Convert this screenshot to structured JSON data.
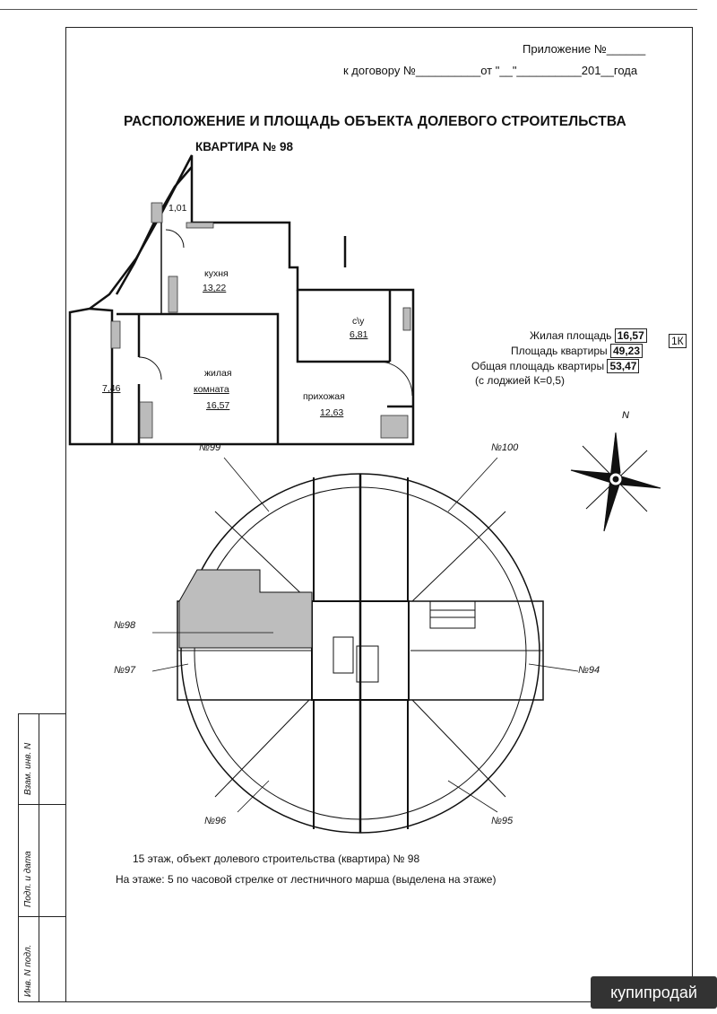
{
  "header": {
    "appendix": "Приложение №______",
    "contract": "к договору №__________от \"__\"__________201__года"
  },
  "title": "РАСПОЛОЖЕНИЕ И ПЛОЩАДЬ ОБЪЕКТА ДОЛЕВОГО СТРОИТЕЛЬСТВА",
  "apartment_title": "КВАРТИРА № 98",
  "rooms": {
    "balcony_small": "1,01",
    "kitchen_name": "кухня",
    "kitchen_area": "13,22",
    "bath_name": "с\\у",
    "bath_area": "6,81",
    "loggia_area": "7,46",
    "living_name_1": "жилая",
    "living_name_2": "комната",
    "living_area": "16,57",
    "hall_name": "прихожая",
    "hall_area": "12,63"
  },
  "areas": {
    "living_label": "Жилая площадь",
    "living_value": "16,57",
    "type_badge": "1К",
    "apartment_label": "Площадь квартиры",
    "apartment_value": "49,23",
    "total_label": "Общая площадь квартиры",
    "total_value": "53,47",
    "note": "(с лоджией К=0,5)"
  },
  "compass": {
    "north": "N"
  },
  "floor_labels": {
    "a99": "№99",
    "a100": "№100",
    "a98": "№98",
    "a97": "№97",
    "a94": "№94",
    "a96": "№96",
    "a95": "№95"
  },
  "footer": {
    "line1": "15 этаж, объект долевого строительства (квартира) № 98",
    "line2": "На этаже:  5 по часовой стрелке от лестничного марша (выделена на этаже)"
  },
  "stamp": {
    "inv_vzam": "Взам. инв. N",
    "sign_date": "Подп. и дата",
    "inv_podl": "Инв. N подл."
  },
  "watermark": "купипродай"
}
